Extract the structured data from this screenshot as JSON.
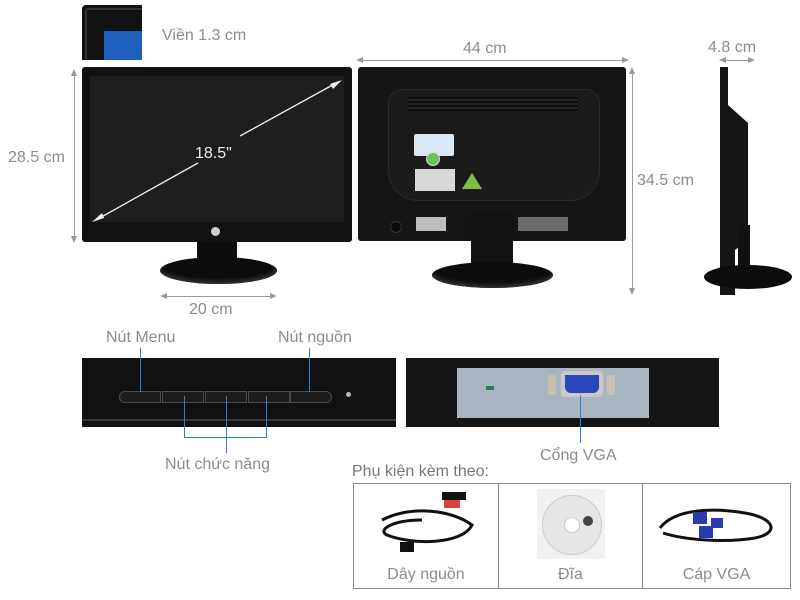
{
  "bezel": {
    "label": "Viền 1.3 cm"
  },
  "front": {
    "height_label": "28.5 cm",
    "diagonal_label": "18.5\"",
    "base_width_label": "20 cm",
    "logo": "hp-logo"
  },
  "back": {
    "width_label": "44 cm",
    "height_label": "34.5 cm"
  },
  "side": {
    "depth_label": "4.8 cm"
  },
  "buttons_panel": {
    "menu_label": "Nút Menu",
    "power_label": "Nút nguồn",
    "function_label": "Nút chức năng"
  },
  "port_panel": {
    "vga_label": "Cổng VGA"
  },
  "accessories": {
    "title": "Phụ kiện kèm theo:",
    "items": [
      {
        "label": "Dây nguồn",
        "icon": "power-cable-icon"
      },
      {
        "label": "Đĩa",
        "icon": "cd-disc-icon"
      },
      {
        "label": "Cáp VGA",
        "icon": "vga-cable-icon"
      }
    ]
  },
  "colors": {
    "callout_blue": "#2a7fd4",
    "label_gray": "#8c8c8c",
    "device_black": "#151515"
  }
}
